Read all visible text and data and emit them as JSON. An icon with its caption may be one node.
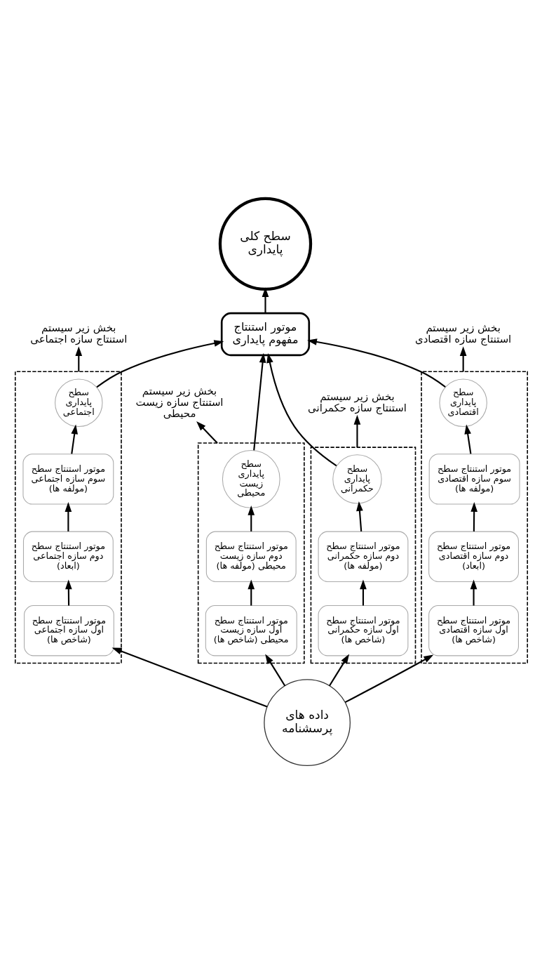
{
  "diagram": {
    "nodes": [
      {
        "text": [
          "داده های پرسشنامه"
        ]
      },
      {
        "text": [],
        "shape": "box"
      },
      {
        "text": [
          "موتور استنتاج سطح اول سازه اجتماعی (شاخص ها)"
        ],
        "in": 1
      },
      {
        "text": [
          "موتور استنتاج سطح دوم سازه اجتماعی (ابعاد)"
        ],
        "in": 1
      },
      {
        "text": [
          "موتور استنتاج سطح سوم سازه اجتماعی (مولفه ها)"
        ],
        "in": 1
      },
      {
        "text": [
          "سطح پایداری اجتماعی"
        ],
        "in": 1
      },
      {
        "text": [
          "بخش زیر سیستم استنتاج سازه اجتماعی"
        ]
      },
      {
        "text": [],
        "shape": "box"
      },
      {
        "text": [
          "موتور استنتاج سطح اول سازه زیست محیطی (شاخص ها)"
        ],
        "in": 7
      },
      {
        "text": [
          "موتور استنتاج سطح دوم سازه زیست محیطی (مولفه ها)"
        ],
        "in": 7
      },
      {
        "text": [
          "سطح پایداری زیست محیطی"
        ],
        "in": 7
      },
      {
        "text": [
          "بخش زیر سیستم استنتاج سازه زیست محیطی"
        ]
      },
      {
        "text": [],
        "shape": "box"
      },
      {
        "text": [
          "موتور استنتاج سطح اول سازه اقتصادی (شاخص ها)"
        ],
        "in": 12
      },
      {
        "text": [
          "موتور استنتاج سطح دوم سازه اقتصادی (ابعاد)"
        ],
        "in": 12
      },
      {
        "text": [
          "موتور استنتاج سطح سوم سازه اقتصادی (مولفه ها)"
        ],
        "in": 12
      },
      {
        "text": [
          "سطح پایداری اقتصادی"
        ],
        "in": 12
      },
      {
        "text": [
          "بخش زیر سیستم استنتاج سازه اقتصادی"
        ]
      },
      {
        "text": [],
        "shape": "box"
      },
      {
        "text": [
          "موتور استنتاج سطح اول سازه حکمرانی (شاخص ها)"
        ],
        "in": 18
      },
      {
        "text": [
          "موتور استنتاج سطح دوم سازه حکمرانی (مولفه ها)"
        ],
        "in": 18
      },
      {
        "text": [
          "سطح پایداری حکمرانی"
        ],
        "in": 18
      },
      {
        "text": [
          "بخش زیر سیستم استنتاج سازه حکمرانی"
        ]
      },
      {
        "text": [
          "موتور استنتاج مفهوم پایداری"
        ]
      },
      {
        "text": [
          "سطح کلی پایداری"
        ]
      }
    ],
    "edges": [
      {
        "from": 0,
        "to": 2,
        "arrow": "to"
      },
      {
        "from": 0,
        "to": 8,
        "arrow": "to"
      },
      {
        "from": 0,
        "to": 13,
        "arrow": "to"
      },
      {
        "from": 0,
        "to": 19,
        "arrow": "to"
      },
      {
        "from": 2,
        "to": 3,
        "arrow": "to"
      },
      {
        "from": 3,
        "to": 4,
        "arrow": "to"
      },
      {
        "from": 4,
        "to": 5,
        "arrow": "to"
      },
      {
        "from": 8,
        "to": 9,
        "arrow": "to"
      },
      {
        "from": 9,
        "to": 10,
        "arrow": "to"
      },
      {
        "from": 13,
        "to": 14,
        "arrow": "to"
      },
      {
        "from": 14,
        "to": 15,
        "arrow": "to"
      },
      {
        "from": 15,
        "to": 16,
        "arrow": "to"
      },
      {
        "from": 19,
        "to": 20,
        "arrow": "to"
      },
      {
        "from": 20,
        "to": 21,
        "arrow": "to"
      },
      {
        "from": 1,
        "to": 6,
        "arrow": "to"
      },
      {
        "from": 7,
        "to": 11,
        "arrow": "to"
      },
      {
        "from": 12,
        "to": 17,
        "arrow": "to"
      },
      {
        "from": 18,
        "to": 22,
        "arrow": "to"
      },
      {
        "from": 5,
        "to": 23,
        "arrow": "to"
      },
      {
        "from": 10,
        "to": 23,
        "arrow": "to"
      },
      {
        "from": 16,
        "to": 23,
        "arrow": "to"
      },
      {
        "from": 21,
        "to": 23,
        "arrow": "to"
      },
      {
        "from": 23,
        "to": 24,
        "arrow": "to"
      }
    ]
  }
}
